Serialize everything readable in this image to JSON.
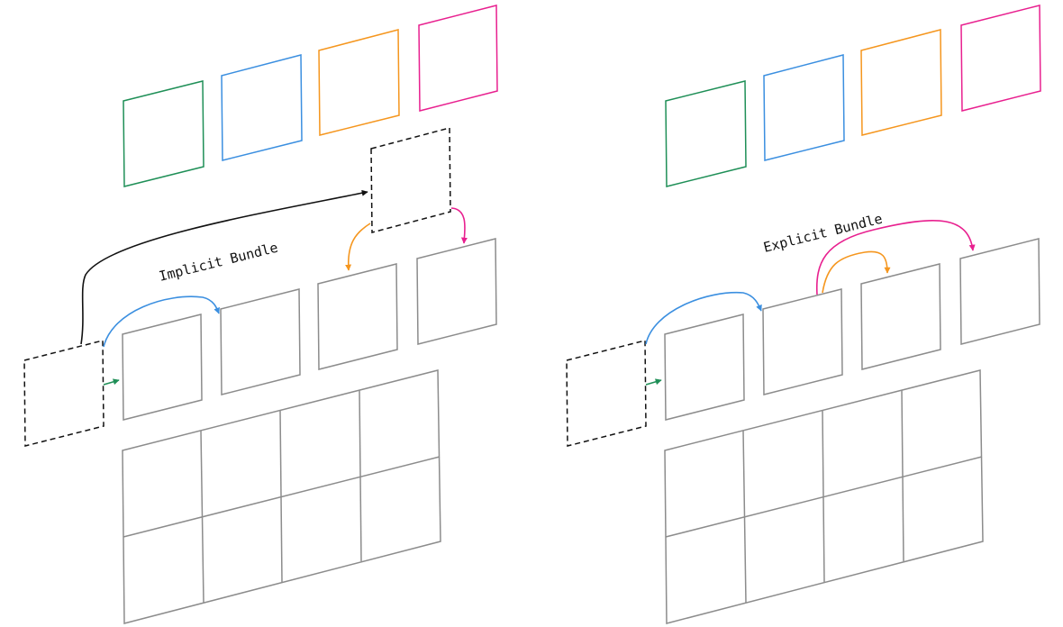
{
  "panels": [
    {
      "id": "implicit",
      "label": "Implicit Bundle"
    },
    {
      "id": "explicit",
      "label": "Explicit Bundle"
    }
  ],
  "colors": {
    "green": "#1f8f57",
    "blue": "#3b8fe0",
    "orange": "#f5961e",
    "magenta": "#e8208f",
    "gray": "#8c8c8c",
    "black": "#111111"
  }
}
